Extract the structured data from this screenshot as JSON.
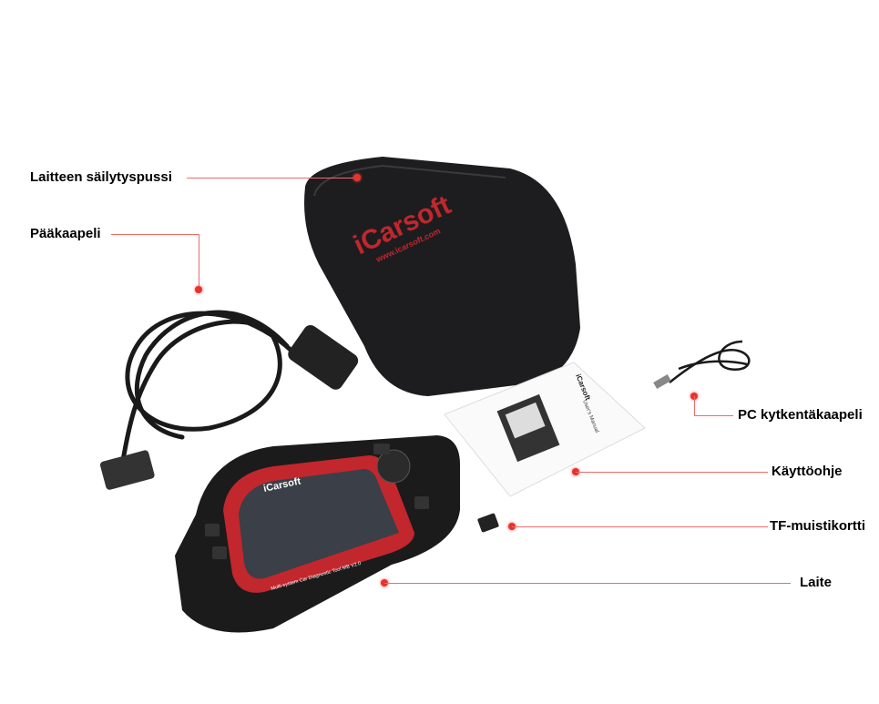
{
  "callouts": {
    "bag": "Laitteen säilytyspussi",
    "main_cable": "Pääkaapeli",
    "pc_cable": "PC kytkentäkaapeli",
    "manual": "Käyttöohje",
    "tf_card": "TF-muistikortti",
    "device": "Laite"
  },
  "logos": {
    "bag_brand": "iCarsoft",
    "bag_url": "www.icarsoft.com",
    "device_brand": "iCarsoft",
    "device_caption": "Multi-system Car Diagnostic Tool MB V2.0",
    "manual_brand": "iCarsoft",
    "manual_title": "User's Manual"
  },
  "colors": {
    "accent": "#e8332a",
    "line": "#f06a6a"
  }
}
